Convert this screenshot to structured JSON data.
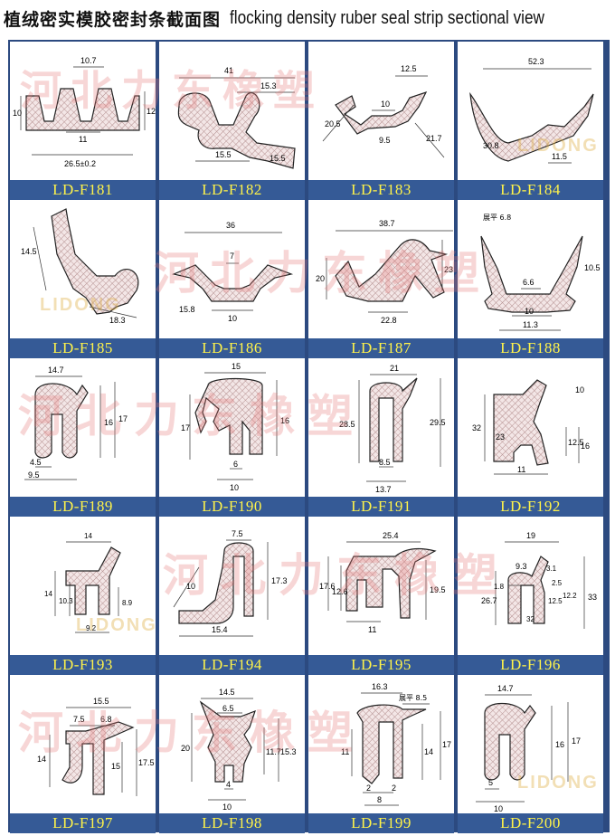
{
  "title": {
    "chinese": "植绒密实模胶密封条截面图",
    "english": "flocking density ruber seal strip sectional view"
  },
  "watermark": {
    "text": "河北力东橡塑",
    "logo_text": "LIDONG",
    "color": "#e67878"
  },
  "colors": {
    "frame": "#2c4a80",
    "label_bar": "#355a96",
    "label_text": "#fff34a",
    "hatch": "#b08a8a"
  },
  "products": [
    {
      "code": "LD-F181",
      "dims": [
        "10.7",
        "10",
        "12",
        "11",
        "26.5±0.2"
      ]
    },
    {
      "code": "LD-F182",
      "dims": [
        "41",
        "15.3",
        "15.5",
        "15.5"
      ]
    },
    {
      "code": "LD-F183",
      "dims": [
        "12.5",
        "10",
        "20.5",
        "9.5",
        "21.7"
      ]
    },
    {
      "code": "LD-F184",
      "dims": [
        "52.3",
        "30.8",
        "11.5"
      ]
    },
    {
      "code": "LD-F185",
      "dims": [
        "14.5",
        "18.3"
      ]
    },
    {
      "code": "LD-F186",
      "dims": [
        "36",
        "7",
        "15.8",
        "10"
      ]
    },
    {
      "code": "LD-F187",
      "dims": [
        "38.7",
        "20",
        "23",
        "22.8"
      ]
    },
    {
      "code": "LD-F188",
      "dims": [
        "展平 6.8",
        "10.5",
        "6.6",
        "10",
        "11.3"
      ]
    },
    {
      "code": "LD-F189",
      "dims": [
        "14.7",
        "16",
        "17",
        "4.5",
        "9.5"
      ]
    },
    {
      "code": "LD-F190",
      "dims": [
        "15",
        "17",
        "16",
        "6",
        "10"
      ]
    },
    {
      "code": "LD-F191",
      "dims": [
        "21",
        "28.5",
        "29.5",
        "8.5",
        "13.7"
      ]
    },
    {
      "code": "LD-F192",
      "dims": [
        "10",
        "32",
        "23",
        "12.5",
        "16",
        "11"
      ]
    },
    {
      "code": "LD-F193",
      "dims": [
        "14",
        "14",
        "10.3",
        "8.9",
        "9.2"
      ]
    },
    {
      "code": "LD-F194",
      "dims": [
        "7.5",
        "10",
        "17.3",
        "15.4"
      ]
    },
    {
      "code": "LD-F195",
      "dims": [
        "25.4",
        "17.6",
        "12.6",
        "19.5",
        "11"
      ]
    },
    {
      "code": "LD-F196",
      "dims": [
        "19",
        "9.3",
        "3.1",
        "26.7",
        "1.8",
        "2.5",
        "12.2",
        "12.5",
        "33",
        "32"
      ]
    },
    {
      "code": "LD-F197",
      "dims": [
        "15.5",
        "7.5",
        "6.8",
        "14",
        "15",
        "17.5"
      ]
    },
    {
      "code": "LD-F198",
      "dims": [
        "14.5",
        "6.5",
        "20",
        "11.7",
        "15.3",
        "4",
        "10"
      ]
    },
    {
      "code": "LD-F199",
      "dims": [
        "16.3",
        "展平 8.5",
        "11",
        "14",
        "17",
        "2",
        "2",
        "8"
      ]
    },
    {
      "code": "LD-F200",
      "dims": [
        "14.7",
        "16",
        "17",
        "5",
        "10"
      ]
    }
  ]
}
